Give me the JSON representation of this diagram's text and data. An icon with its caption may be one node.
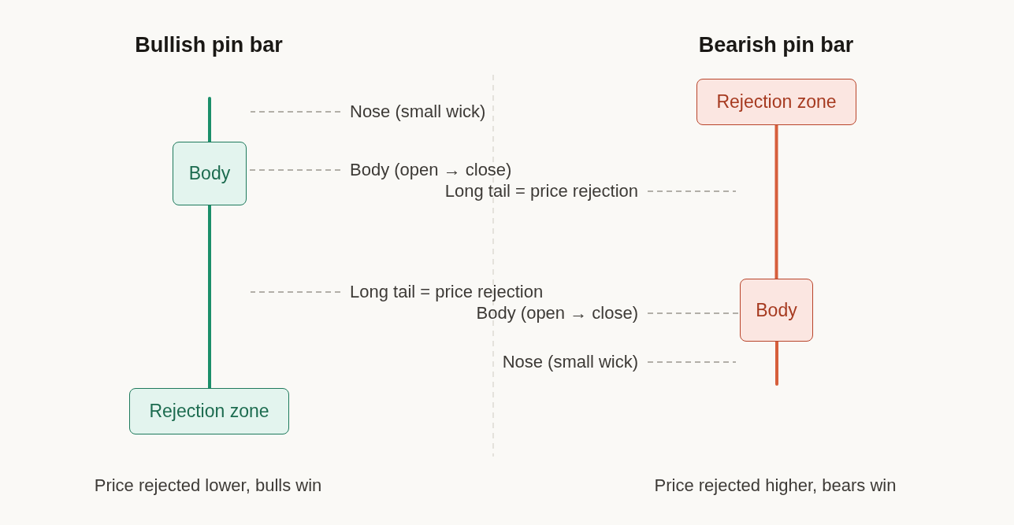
{
  "diagram": {
    "nodes": [
      {
        "text": [
          "Body"
        ]
      },
      {
        "text": [
          "Rejection zone"
        ]
      },
      {
        "text": [
          "Nose (small wick)"
        ]
      },
      {
        "text": [
          "Body (open → close)"
        ]
      },
      {
        "text": [
          "Long tail = price rejection"
        ]
      },
      {
        "text": [
          "Rejection zone"
        ]
      },
      {
        "text": [
          "Long tail = price rejection"
        ]
      },
      {
        "text": [
          "Body"
        ]
      },
      {
        "text": [
          "Body (open → close)"
        ]
      },
      {
        "text": [
          "Nose (small wick)"
        ]
      }
    ],
    "edges": [
      {
        "from": null,
        "to": 0,
        "arrow": "none",
        "style": "thick",
        "color": "#1b8f6a"
      },
      {
        "from": 0,
        "to": 1,
        "arrow": "none",
        "style": "thick",
        "color": "#1b8f6a"
      },
      {
        "from": 5,
        "to": 7,
        "arrow": "none",
        "style": "thick",
        "color": "#d65f3c"
      },
      {
        "from": 7,
        "to": null,
        "arrow": "none",
        "style": "thick",
        "color": "#d65f3c"
      },
      {
        "from": 2,
        "to": null,
        "arrow": "none",
        "style": "dashed"
      },
      {
        "from": 3,
        "to": 0,
        "arrow": "none",
        "style": "dashed"
      },
      {
        "from": 4,
        "to": null,
        "arrow": "none",
        "style": "dashed"
      },
      {
        "from": 6,
        "to": null,
        "arrow": "none",
        "style": "dashed"
      },
      {
        "from": 8,
        "to": 7,
        "arrow": "none",
        "style": "dashed"
      },
      {
        "from": 9,
        "to": null,
        "arrow": "none",
        "style": "dashed"
      }
    ],
    "labels": [
      "Bullish pin bar",
      "Bearish pin bar",
      "Price rejected lower, bulls win",
      "Price rejected higher, bears win"
    ]
  }
}
